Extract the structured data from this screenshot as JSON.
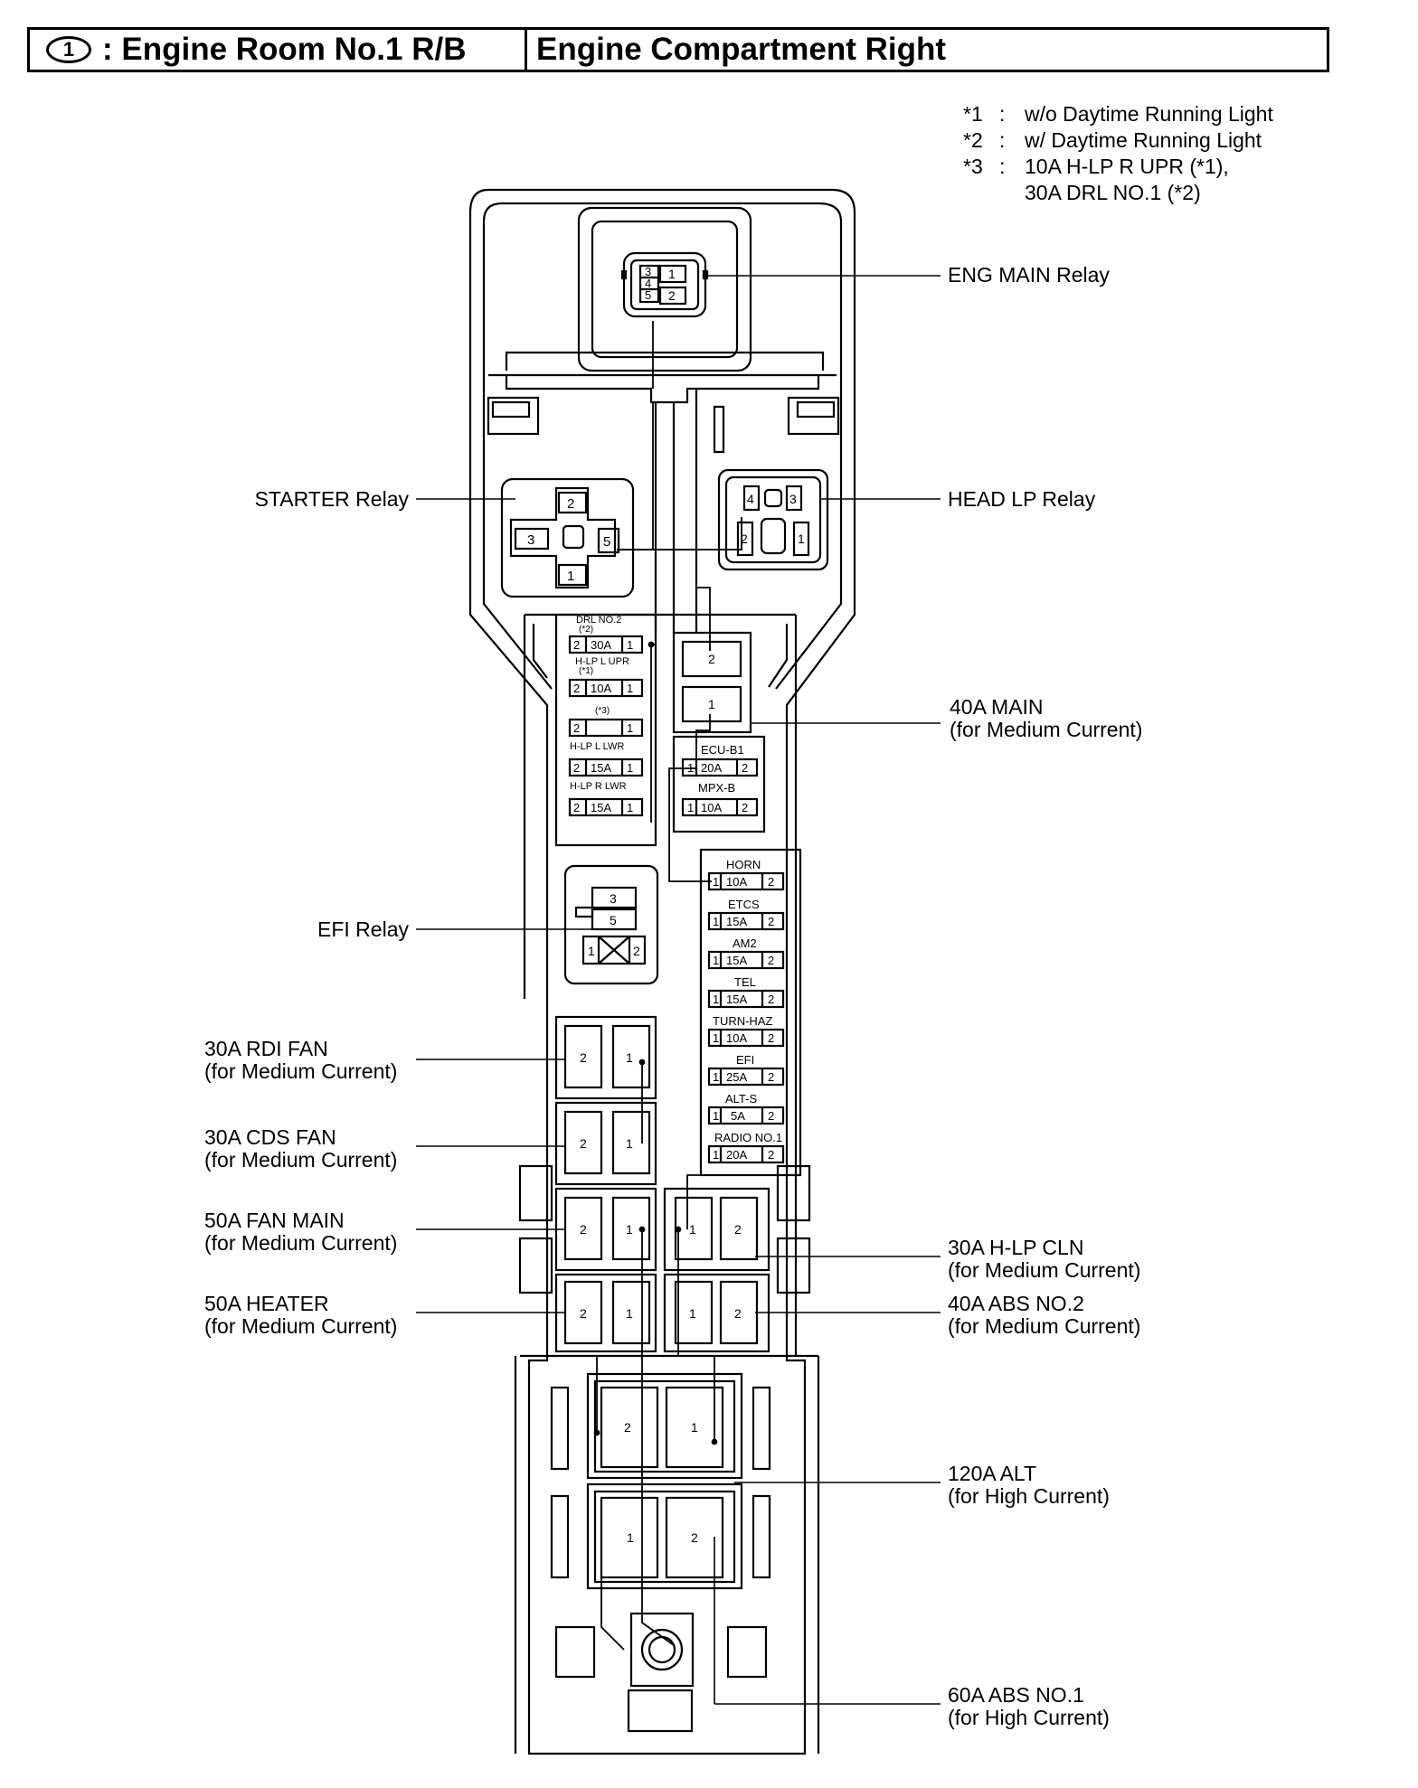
{
  "header": {
    "code_symbol": "1",
    "code_title": ": Engine Room No.1 R/B",
    "location": "Engine Compartment Right"
  },
  "notes": [
    {
      "key": "*1",
      "text": "w/o Daytime Running Light"
    },
    {
      "key": "*2",
      "text": "w/ Daytime Running Light"
    },
    {
      "key": "*3",
      "text": "10A H-LP R UPR (*1),",
      "text2": "30A DRL NO.1 (*2)"
    }
  ],
  "callouts": {
    "eng_main": "ENG MAIN Relay",
    "starter": "STARTER Relay",
    "head_lp": "HEAD LP Relay",
    "main_40a": "40A MAIN",
    "main_40a_sub": "(for Medium Current)",
    "efi_relay": "EFI Relay",
    "rdi_fan": "30A RDI FAN",
    "rdi_fan_sub": "(for Medium Current)",
    "cds_fan": "30A CDS FAN",
    "cds_fan_sub": "(for Medium Current)",
    "fan_main": "50A FAN MAIN",
    "fan_main_sub": "(for Medium Current)",
    "heater": "50A HEATER",
    "heater_sub": "(for Medium Current)",
    "hlp_cln": "30A H-LP CLN",
    "hlp_cln_sub": "(for Medium Current)",
    "abs2": "40A ABS NO.2",
    "abs2_sub": "(for Medium Current)",
    "alt": "120A ALT",
    "alt_sub": "(for High Current)",
    "abs1": "60A ABS NO.1",
    "abs1_sub": "(for High Current)"
  },
  "left_fuses": {
    "drl2_label": "DRL NO.2",
    "drl2_note": "(*2)",
    "drl2_amp": "30A",
    "hlpl_upr_label": "H-LP L UPR",
    "hlpl_upr_note": "(*1)",
    "hlpl_upr_amp": "10A",
    "star3_note": "(*3)",
    "hlpl_lwr_label": "H-LP L LWR",
    "hlpl_lwr_amp": "15A",
    "hlpr_lwr_label": "H-LP R LWR",
    "hlpr_lwr_amp": "15A"
  },
  "mid_fuses": {
    "ecu_b1_label": "ECU-B1",
    "ecu_b1_amp": "20A",
    "mpx_b_label": "MPX-B",
    "mpx_b_amp": "10A"
  },
  "right_fuses": [
    {
      "label": "HORN",
      "amp": "10A"
    },
    {
      "label": "ETCS",
      "amp": "15A"
    },
    {
      "label": "AM2",
      "amp": "15A"
    },
    {
      "label": "TEL",
      "amp": "15A"
    },
    {
      "label": "TURN-HAZ",
      "amp": "10A"
    },
    {
      "label": "EFI",
      "amp": "25A"
    },
    {
      "label": "ALT-S",
      "amp": "5A"
    },
    {
      "label": "RADIO NO.1",
      "amp": "20A"
    }
  ],
  "pins": {
    "p1": "1",
    "p2": "2",
    "p3": "3",
    "p4": "4",
    "p5": "5"
  }
}
